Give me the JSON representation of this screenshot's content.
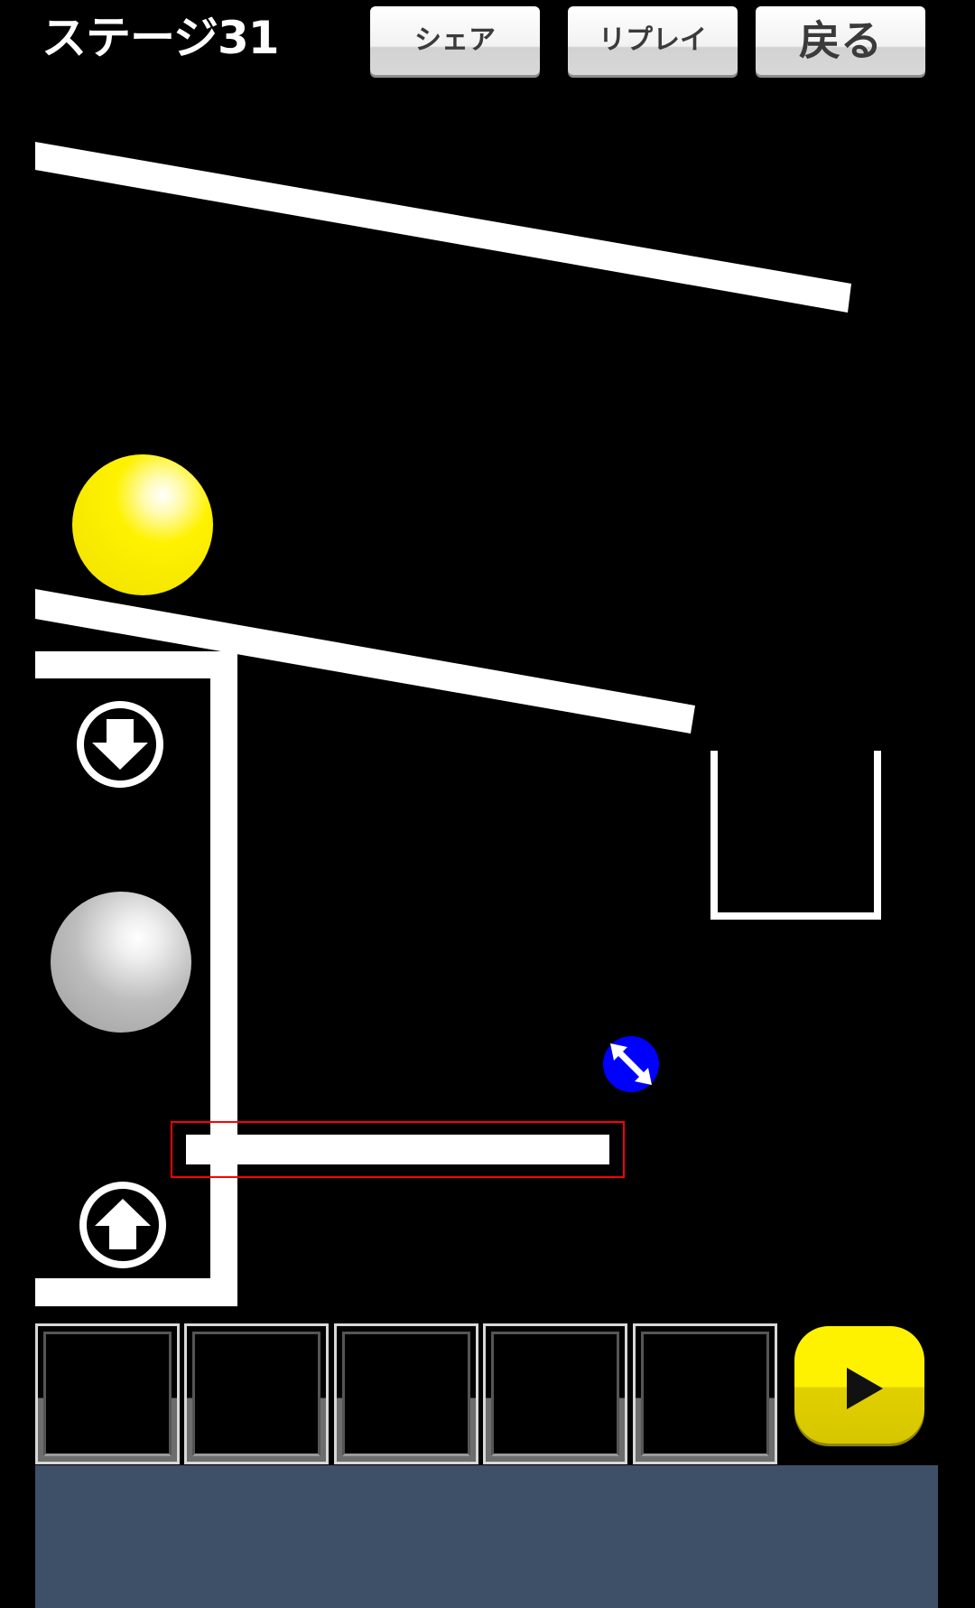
{
  "header": {
    "stage_title": "ステージ31",
    "share_label": "シェア",
    "replay_label": "リプレイ",
    "back_label": "戻る"
  },
  "playfield": {
    "pieces": [
      "ramp-top",
      "ramp-middle",
      "wall-left-bracket",
      "cup-goal",
      "bar-selected"
    ],
    "balls": [
      {
        "name": "yellow-ball",
        "color": "#fff200"
      },
      {
        "name": "gray-ball",
        "color": "#b8b8b8"
      }
    ],
    "icons": [
      "arrow-down-icon",
      "arrow-up-icon",
      "resize-handle-icon"
    ],
    "selection_color": "#ff0000",
    "handle_color": "#0000ff"
  },
  "inventory": {
    "slot_count": 5,
    "play_icon": "play-icon"
  },
  "colors": {
    "background": "#000000",
    "play_button": "#fff200",
    "bottom_panel": "#3e5068"
  }
}
